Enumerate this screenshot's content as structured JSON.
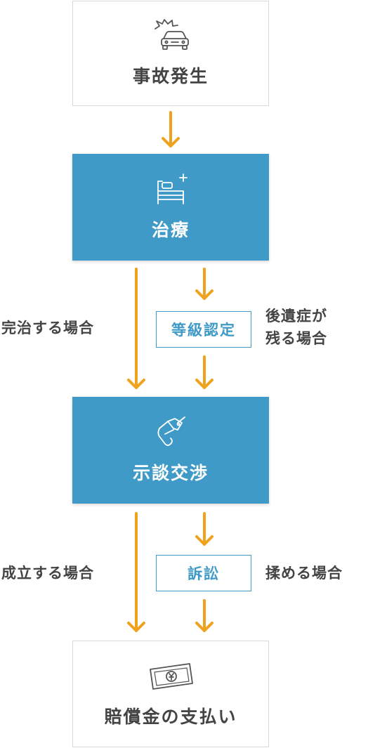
{
  "steps": {
    "accident": {
      "label": "事故発生",
      "icon": "car-crash-icon"
    },
    "treatment": {
      "label": "治療",
      "icon": "hospital-bed-icon"
    },
    "settlement": {
      "label": "示談交渉",
      "icon": "pen-contract-icon"
    },
    "payment": {
      "label": "賠償金の支払い",
      "icon": "banknote-icon"
    }
  },
  "branches": {
    "full_recovery": "完治する場合",
    "disability_grade": "等級認定",
    "aftereffects_line1": "後遺症が",
    "aftereffects_line2": "残る場合",
    "settled": "成立する場合",
    "lawsuit": "訴訟",
    "dispute": "揉める場合"
  },
  "colors": {
    "accent_blue": "#3f9ac7",
    "arrow_orange": "#f0a21e",
    "text_gray": "#444444",
    "border_gray": "#d9d9d9"
  }
}
